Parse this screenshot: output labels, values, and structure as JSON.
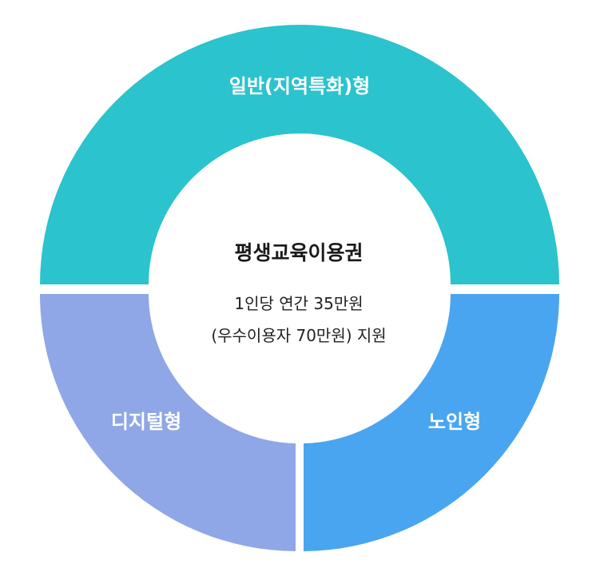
{
  "segments": {
    "top": {
      "label": "일반(지역특화)형",
      "color": "#2bc3cd"
    },
    "bottom_left": {
      "label": "디지털형",
      "color": "#8fa7e6"
    },
    "bottom_right": {
      "label": "노인형",
      "color": "#4aa5f0"
    }
  },
  "center": {
    "title": "평생교육이용권",
    "line1": "1인당 연간  35만원",
    "line2": "(우수이용자 70만원) 지원"
  }
}
